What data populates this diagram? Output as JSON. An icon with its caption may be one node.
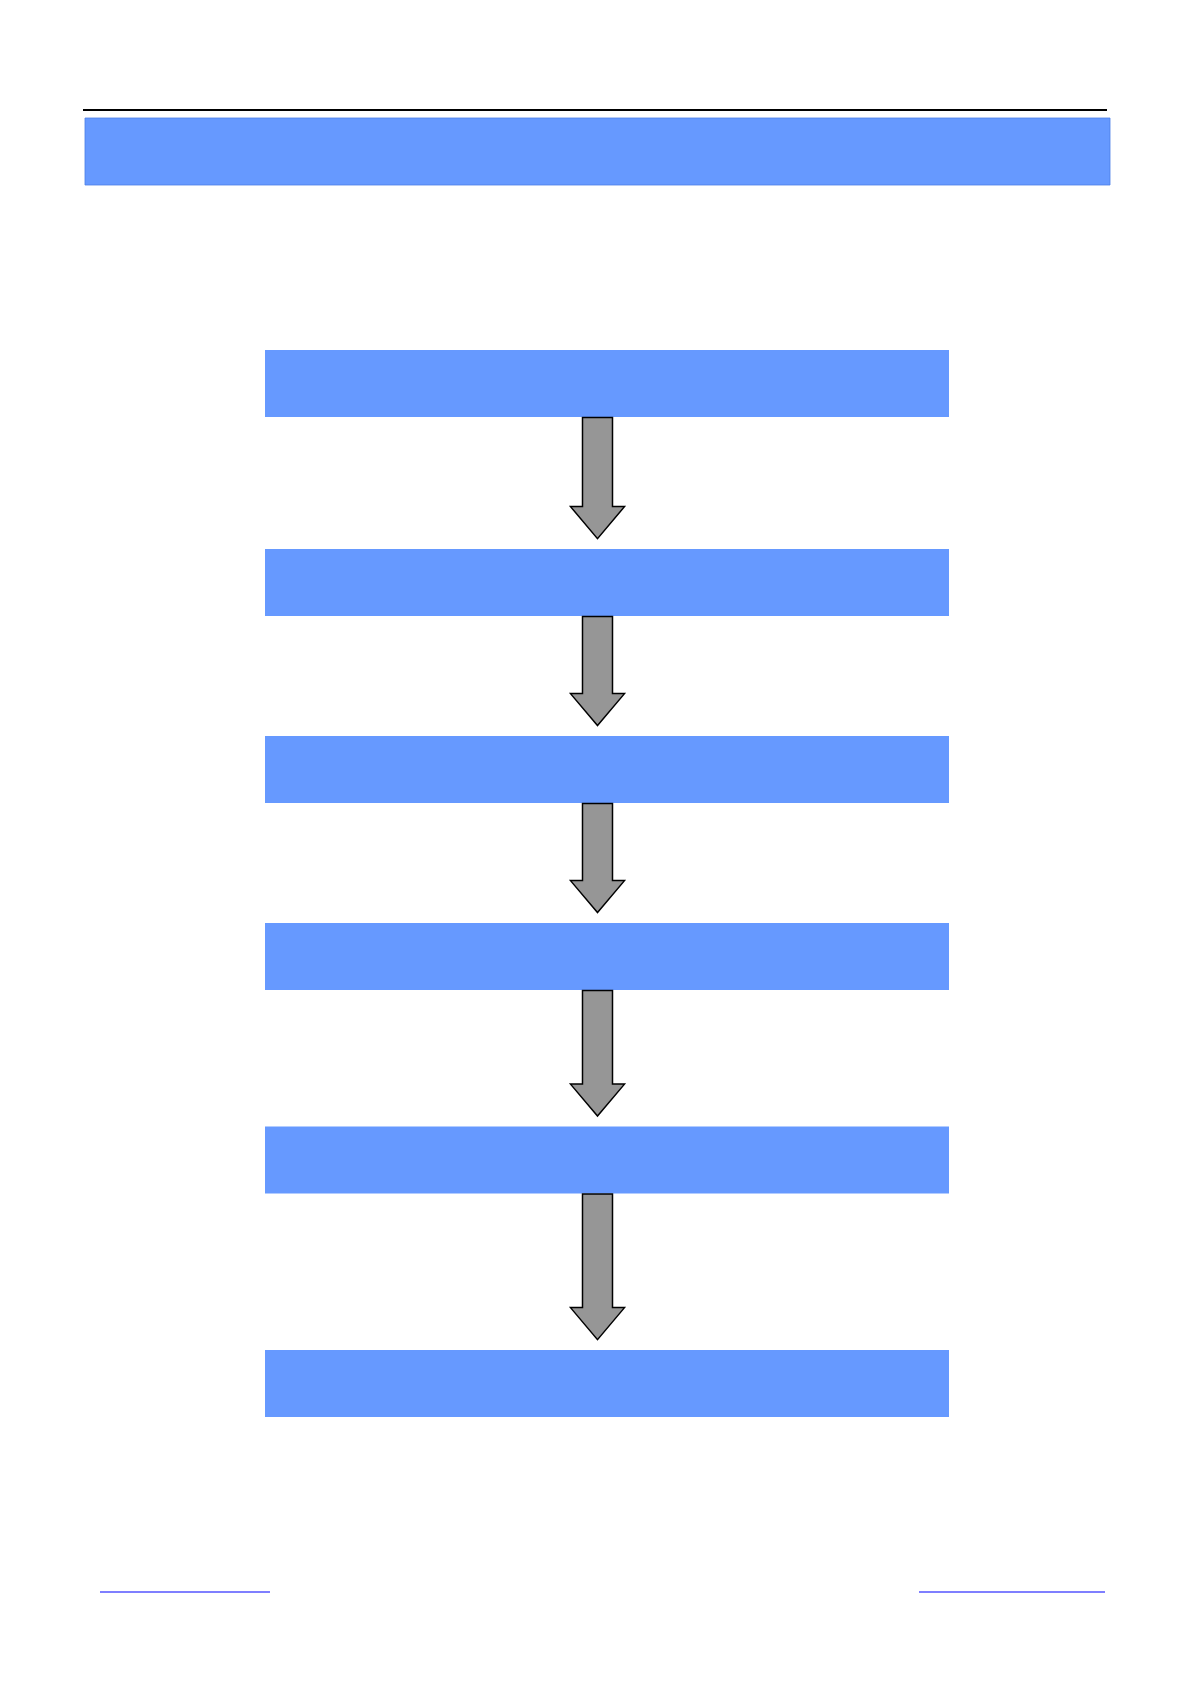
{
  "diagram": {
    "nodes": [
      {
        "text": [],
        "shape": "bar"
      },
      {
        "text": [],
        "shape": "box"
      },
      {
        "text": [],
        "shape": "box"
      },
      {
        "text": [],
        "shape": "box"
      },
      {
        "text": [],
        "shape": "box"
      },
      {
        "text": [],
        "shape": "box"
      },
      {
        "text": [],
        "shape": "box"
      }
    ],
    "edges": [
      {
        "from": 1,
        "to": 2,
        "arrow": "to"
      },
      {
        "from": 2,
        "to": 3,
        "arrow": "to"
      },
      {
        "from": 3,
        "to": 4,
        "arrow": "to"
      },
      {
        "from": 4,
        "to": 5,
        "arrow": "to"
      },
      {
        "from": 5,
        "to": 6,
        "arrow": "to"
      }
    ]
  }
}
